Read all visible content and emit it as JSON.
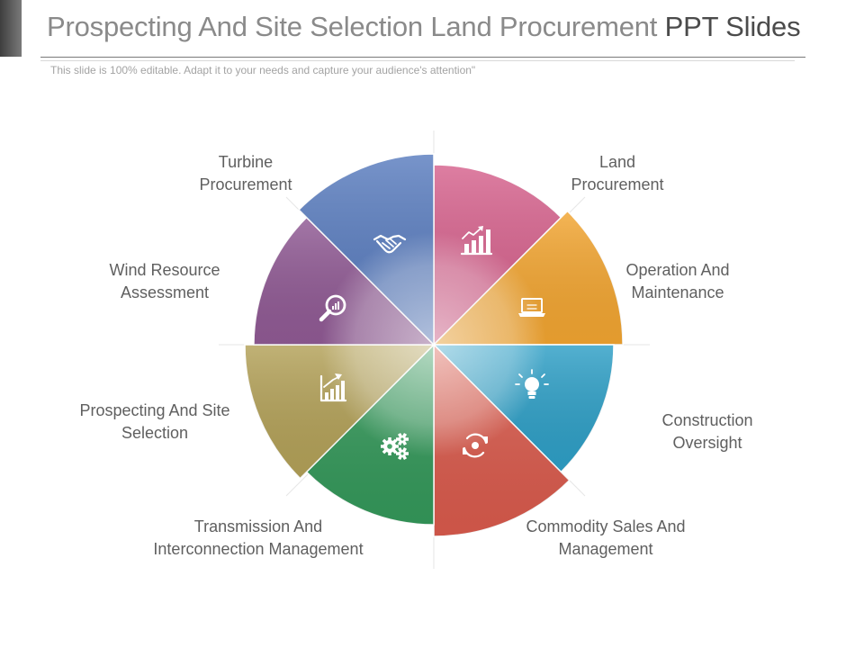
{
  "title": {
    "main": "Prospecting And Site Selection Land Procurement",
    "emphasis": "PPT Slides"
  },
  "subtitle": "This slide is 100% editable. Adapt it to your needs and capture your audience's attention\"",
  "segments": [
    {
      "id": "land-procurement",
      "line1": "Land",
      "line2": "Procurement",
      "icon": "bar-chart-growth-icon",
      "color": "#d6628d"
    },
    {
      "id": "operation-maintenance",
      "line1": "Operation And",
      "line2": "Maintenance",
      "icon": "laptop-icon",
      "color": "#f2a531"
    },
    {
      "id": "construction-oversight",
      "line1": "Construction",
      "line2": "Oversight",
      "icon": "lightbulb-icon",
      "color": "#2e9fc6"
    },
    {
      "id": "commodity-sales",
      "line1": "Commodity  Sales And",
      "line2": "Management",
      "icon": "refresh-gear-icon",
      "color": "#d95a4c"
    },
    {
      "id": "transmission-interconnection",
      "line1": "Transmission And",
      "line2": "Interconnection Management",
      "icon": "gears-icon",
      "color": "#34985a"
    },
    {
      "id": "prospecting-site-selection",
      "line1": "Prospecting And  Site",
      "line2": "Selection",
      "icon": "growth-chart-icon",
      "color": "#b3a158"
    },
    {
      "id": "wind-resource-assessment",
      "line1": "Wind Resource",
      "line2": "Assessment",
      "icon": "magnifier-chart-icon",
      "color": "#905a94"
    },
    {
      "id": "turbine-procurement",
      "line1": "Turbine",
      "line2": "Procurement",
      "icon": "handshake-icon",
      "color": "#5a7dbf"
    }
  ]
}
